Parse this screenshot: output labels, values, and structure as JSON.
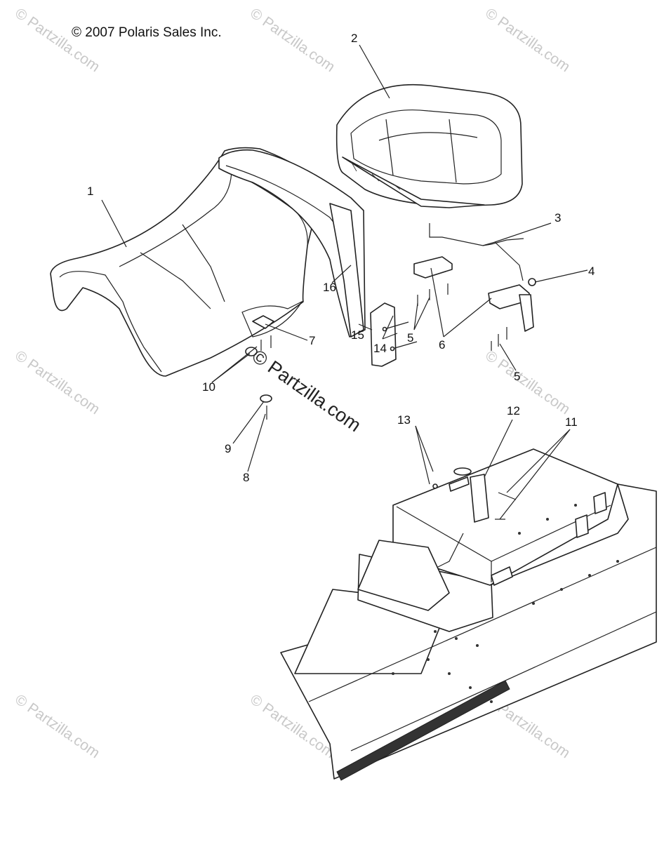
{
  "copyright": "© 2007 Polaris Sales Inc.",
  "watermark_text": "© Partzilla.com",
  "brand_text": "© Partzilla.com",
  "callouts": [
    "1",
    "2",
    "3",
    "4",
    "5",
    "6",
    "7",
    "5",
    "8",
    "9",
    "10",
    "11",
    "12",
    "13",
    "14",
    "15",
    "16"
  ],
  "colors": {
    "line": "#222222",
    "watermark": "#c8c8c8",
    "background": "#ffffff"
  }
}
